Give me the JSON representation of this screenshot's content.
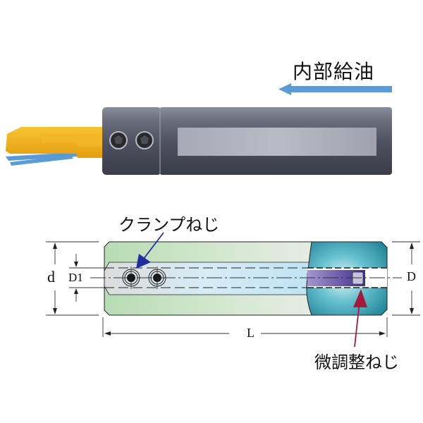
{
  "top_view": {
    "coolant_label": "内部給油",
    "coolant_arrow_color": "#5b9bd5",
    "body_color": "#5e6170",
    "insert_color": "#f0b21c"
  },
  "section_view": {
    "clamp_screw_label": "クランプねじ",
    "fine_adjust_screw_label": "微調整ねじ",
    "dimensions": {
      "d": "d",
      "D1": "D1",
      "D": "D",
      "L": "L"
    },
    "colors": {
      "shank_green": "#c9e4c4",
      "bore_light_blue": "#cfe9f5",
      "head_teal": "#2f9fb0",
      "adjust_screw_purple": "#5a4a9e",
      "clamp_arrow": "#1f2fa0",
      "adjust_arrow": "#a51a3a"
    }
  }
}
